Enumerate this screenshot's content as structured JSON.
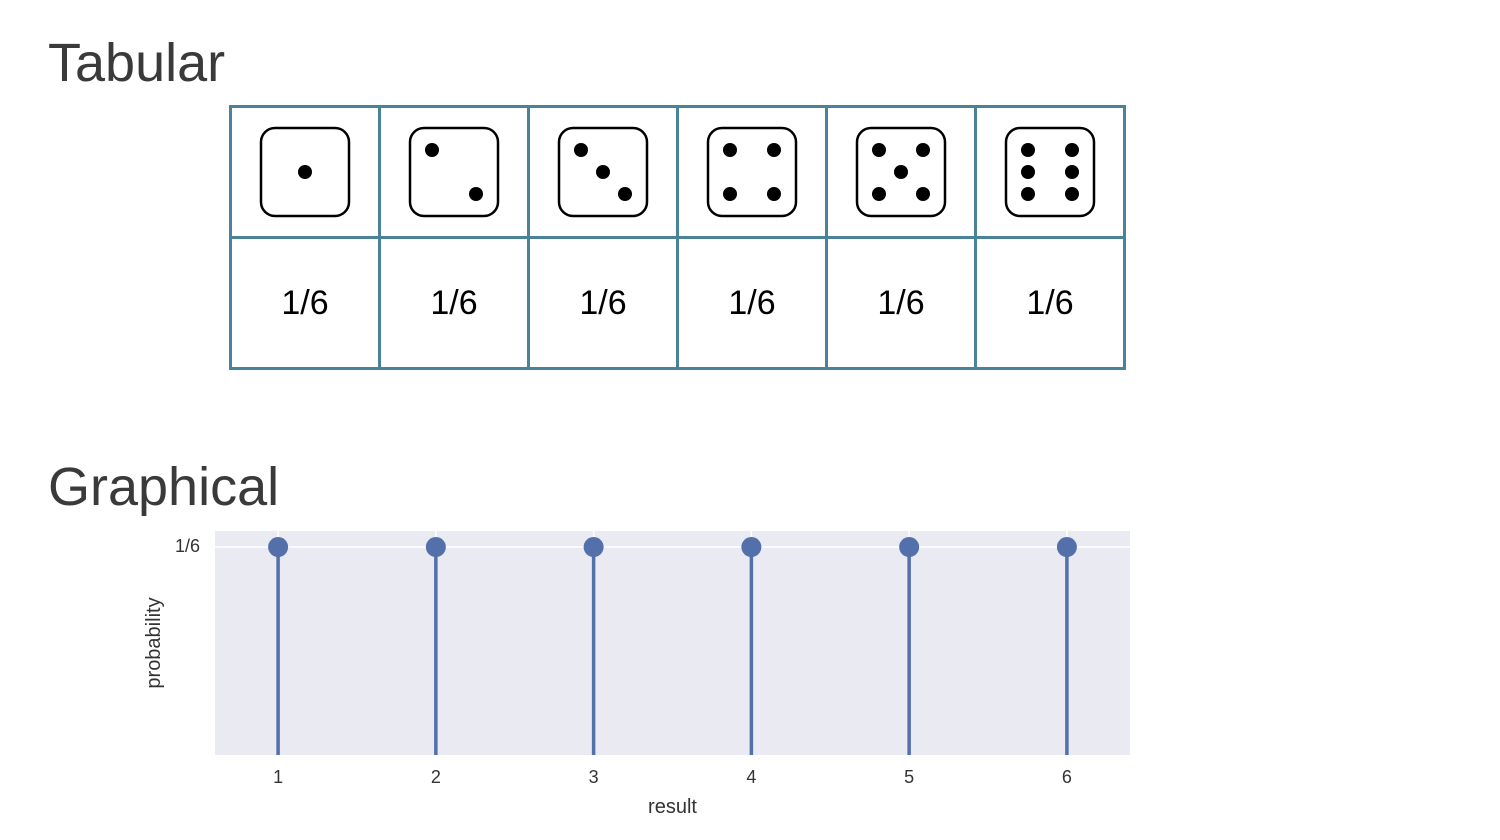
{
  "headings": {
    "tabular": "Tabular",
    "graphical": "Graphical"
  },
  "table": {
    "faces": [
      1,
      2,
      3,
      4,
      5,
      6
    ],
    "probabilities": [
      "1/6",
      "1/6",
      "1/6",
      "1/6",
      "1/6",
      "1/6"
    ],
    "border_color": "#4a8299"
  },
  "chart_data": {
    "type": "stem",
    "x": [
      1,
      2,
      3,
      4,
      5,
      6
    ],
    "y": [
      0.16667,
      0.16667,
      0.16667,
      0.16667,
      0.16667,
      0.16667
    ],
    "xlabel": "result",
    "ylabel": "probability",
    "xticks": [
      "1",
      "2",
      "3",
      "4",
      "5",
      "6"
    ],
    "yticks": [
      {
        "value": 0.16667,
        "label": "1/6"
      }
    ],
    "ylim": [
      0,
      0.1795
    ],
    "xlim": [
      0.6,
      6.4
    ],
    "grid": true,
    "background": "#eaeaf2",
    "series_color": "#5470ab"
  }
}
